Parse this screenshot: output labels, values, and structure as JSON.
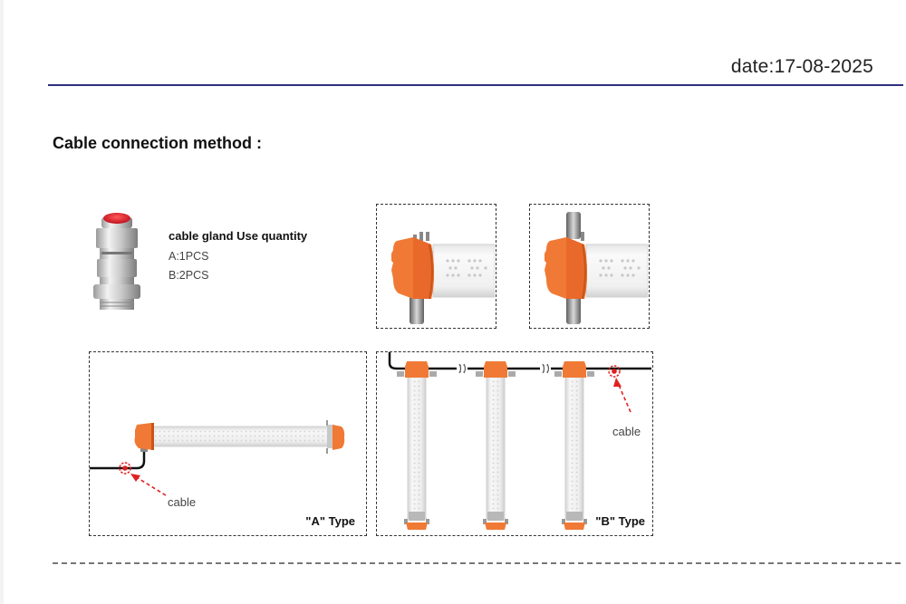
{
  "header": {
    "date": "date:17-08-2025"
  },
  "section": {
    "title": "Cable connection method :"
  },
  "cable_gland": {
    "heading": "cable gland Use quantity",
    "quantities": [
      {
        "label": "A:1PCS"
      },
      {
        "label": "B:2PCS"
      }
    ]
  },
  "detail_views": [
    {
      "name": "A type end cap detail",
      "glands": 1
    },
    {
      "name": "B type end cap detail",
      "glands": 2
    }
  ],
  "type_a": {
    "label": "\"A\" Type",
    "cable_label": "cable",
    "lamp_count": 1
  },
  "type_b": {
    "label": "\"B\" Type",
    "cable_label": "cable",
    "lamp_count": 3
  },
  "colors": {
    "orange_cap": "#f07a35",
    "rule_blue": "#2e2f7e",
    "cable_marker_red": "#e02020",
    "dashed_border": "#333333"
  }
}
